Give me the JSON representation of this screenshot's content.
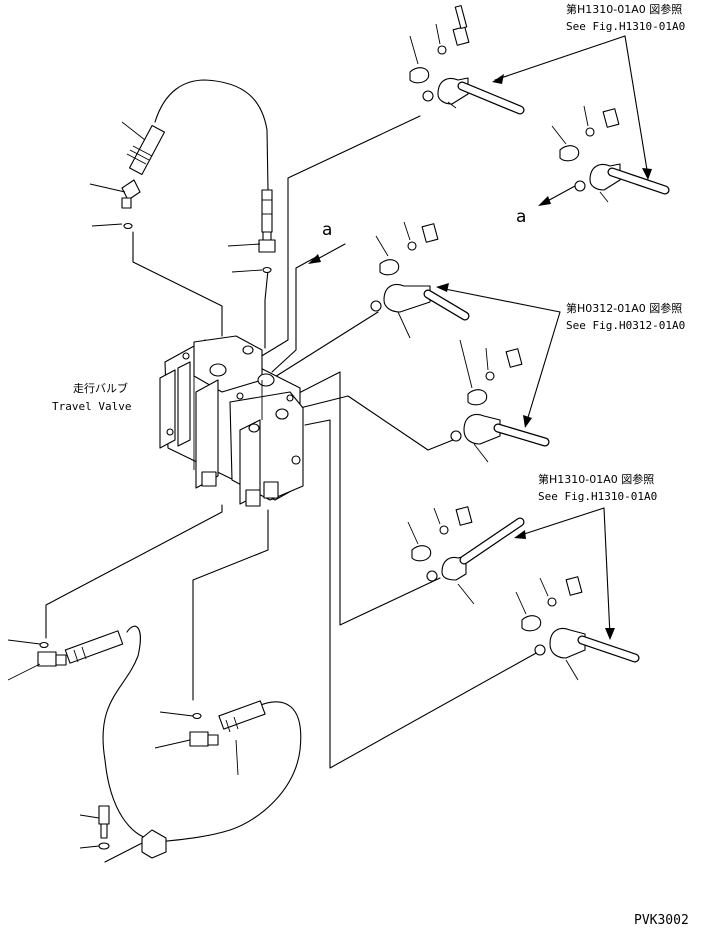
{
  "diagram": {
    "ref_top_jp": "第H1310-01A0 図参照",
    "ref_top_en": "See Fig.H1310-01A0",
    "ref_mid_jp": "第H0312-01A0 図参照",
    "ref_mid_en": "See Fig.H0312-01A0",
    "ref_low_jp": "第H1310-01A0 図参照",
    "ref_low_en": "See Fig.H1310-01A0",
    "valve_jp": "走行バルブ",
    "valve_en": "Travel Valve",
    "marker_a_left": "a",
    "marker_a_right": "a",
    "drawing_code": "PVK3002"
  }
}
